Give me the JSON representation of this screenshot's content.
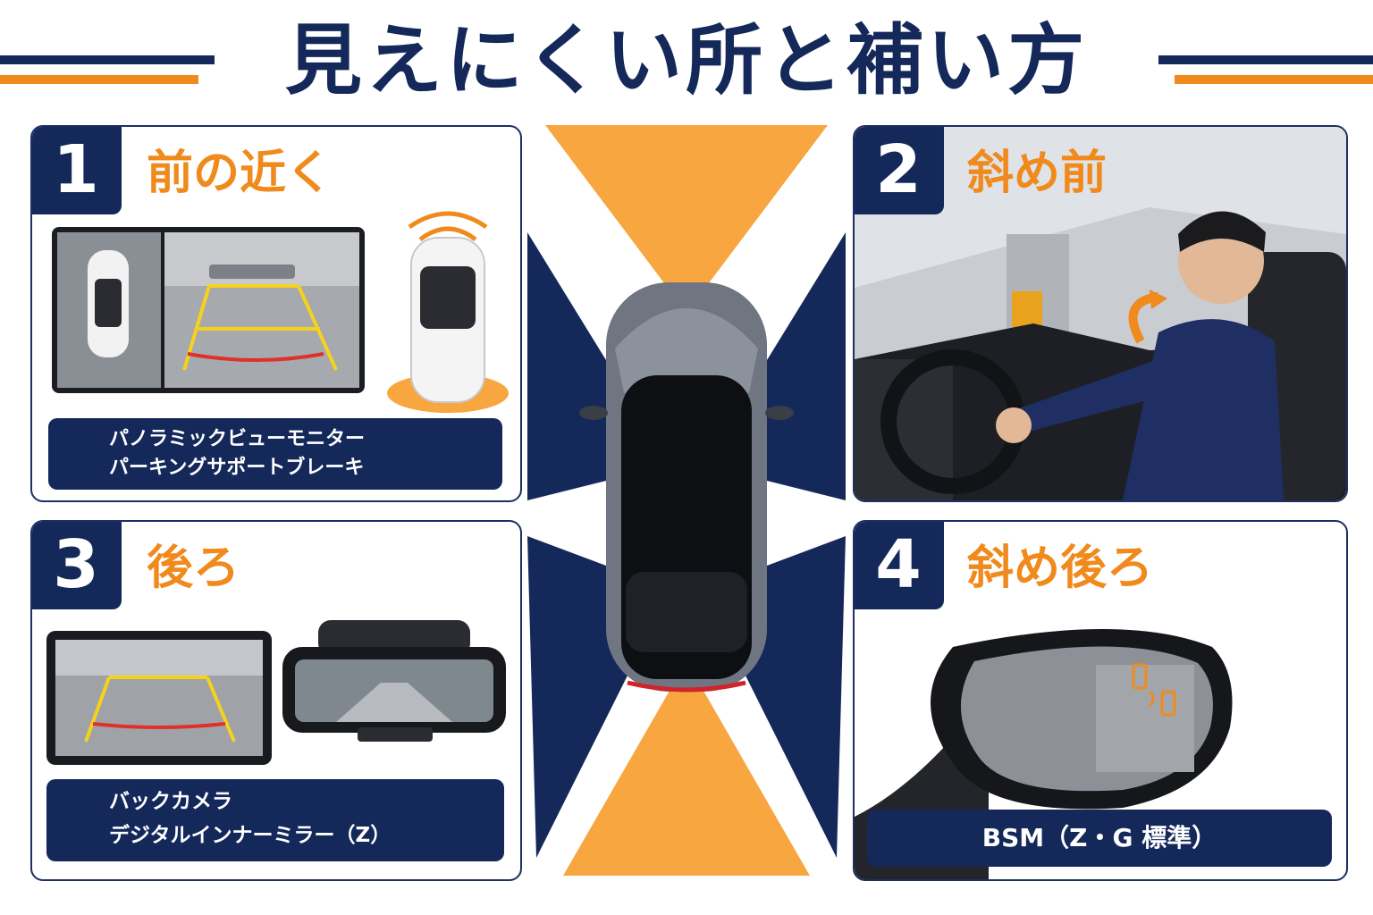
{
  "title": "見えにくい所と補い方",
  "colors": {
    "navy": "#14285a",
    "orange": "#f08a1c"
  },
  "panels": [
    {
      "number": "1",
      "title": "前の近く",
      "labels": [
        "パノラミックビューモニター",
        "パーキングサポートブレーキ"
      ]
    },
    {
      "number": "2",
      "title": "斜め前"
    },
    {
      "number": "3",
      "title": "後ろ",
      "labels": [
        "バックカメラ",
        "デジタルインナーミラー（Z）"
      ]
    },
    {
      "number": "4",
      "title": "斜め後ろ",
      "labels": [
        "BSM（Z・G 標準）"
      ]
    }
  ]
}
